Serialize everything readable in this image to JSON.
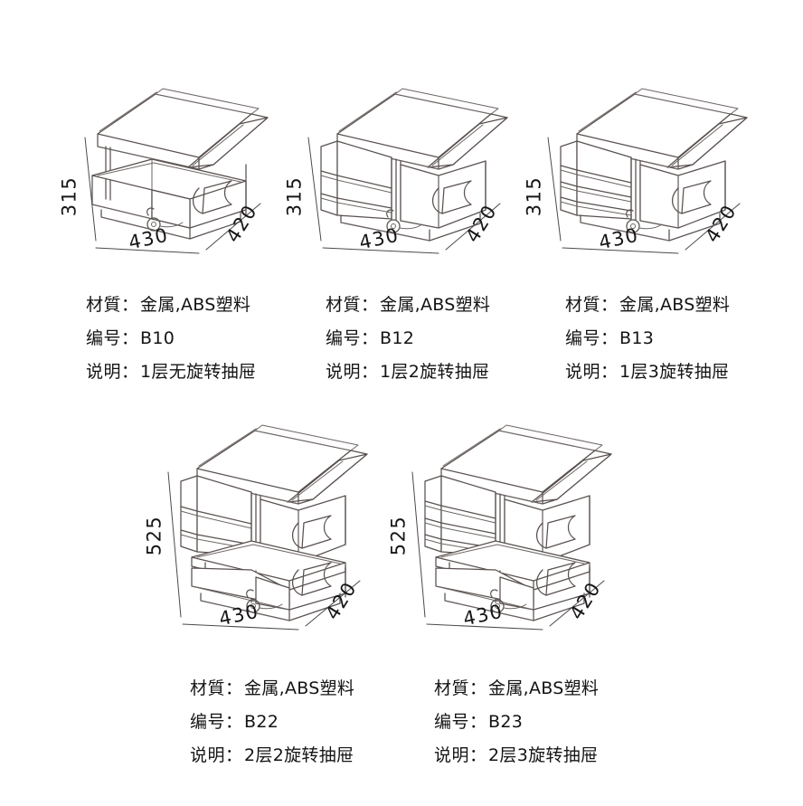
{
  "page": {
    "background": "#ffffff",
    "line_color": "#59514f",
    "text_color": "#141414",
    "labels": {
      "material_key": "材質",
      "model_key": "编号",
      "description_key": "说明",
      "separator": "："
    }
  },
  "products": [
    {
      "id": "b10",
      "model": "B10",
      "material": "金属,ABS塑料",
      "description": "1层无旋转抽屉",
      "dimensions": {
        "height": "315",
        "width": "430",
        "depth": "420"
      },
      "tiers": 1,
      "drawers": 0
    },
    {
      "id": "b12",
      "model": "B12",
      "material": "金属,ABS塑料",
      "description": "1层2旋转抽屉",
      "dimensions": {
        "height": "315",
        "width": "430",
        "depth": "420"
      },
      "tiers": 1,
      "drawers": 2
    },
    {
      "id": "b13",
      "model": "B13",
      "material": "金属,ABS塑料",
      "description": "1层3旋转抽屉",
      "dimensions": {
        "height": "315",
        "width": "430",
        "depth": "420"
      },
      "tiers": 1,
      "drawers": 3
    },
    {
      "id": "b22",
      "model": "B22",
      "material": "金属,ABS塑料",
      "description": "2层2旋转抽屉",
      "dimensions": {
        "height": "525",
        "width": "430",
        "depth": "420"
      },
      "tiers": 2,
      "drawers": 2
    },
    {
      "id": "b23",
      "model": "B23",
      "material": "金属,ABS塑料",
      "description": "2层3旋转抽屉",
      "dimensions": {
        "height": "525",
        "width": "430",
        "depth": "420"
      },
      "tiers": 2,
      "drawers": 3
    }
  ]
}
